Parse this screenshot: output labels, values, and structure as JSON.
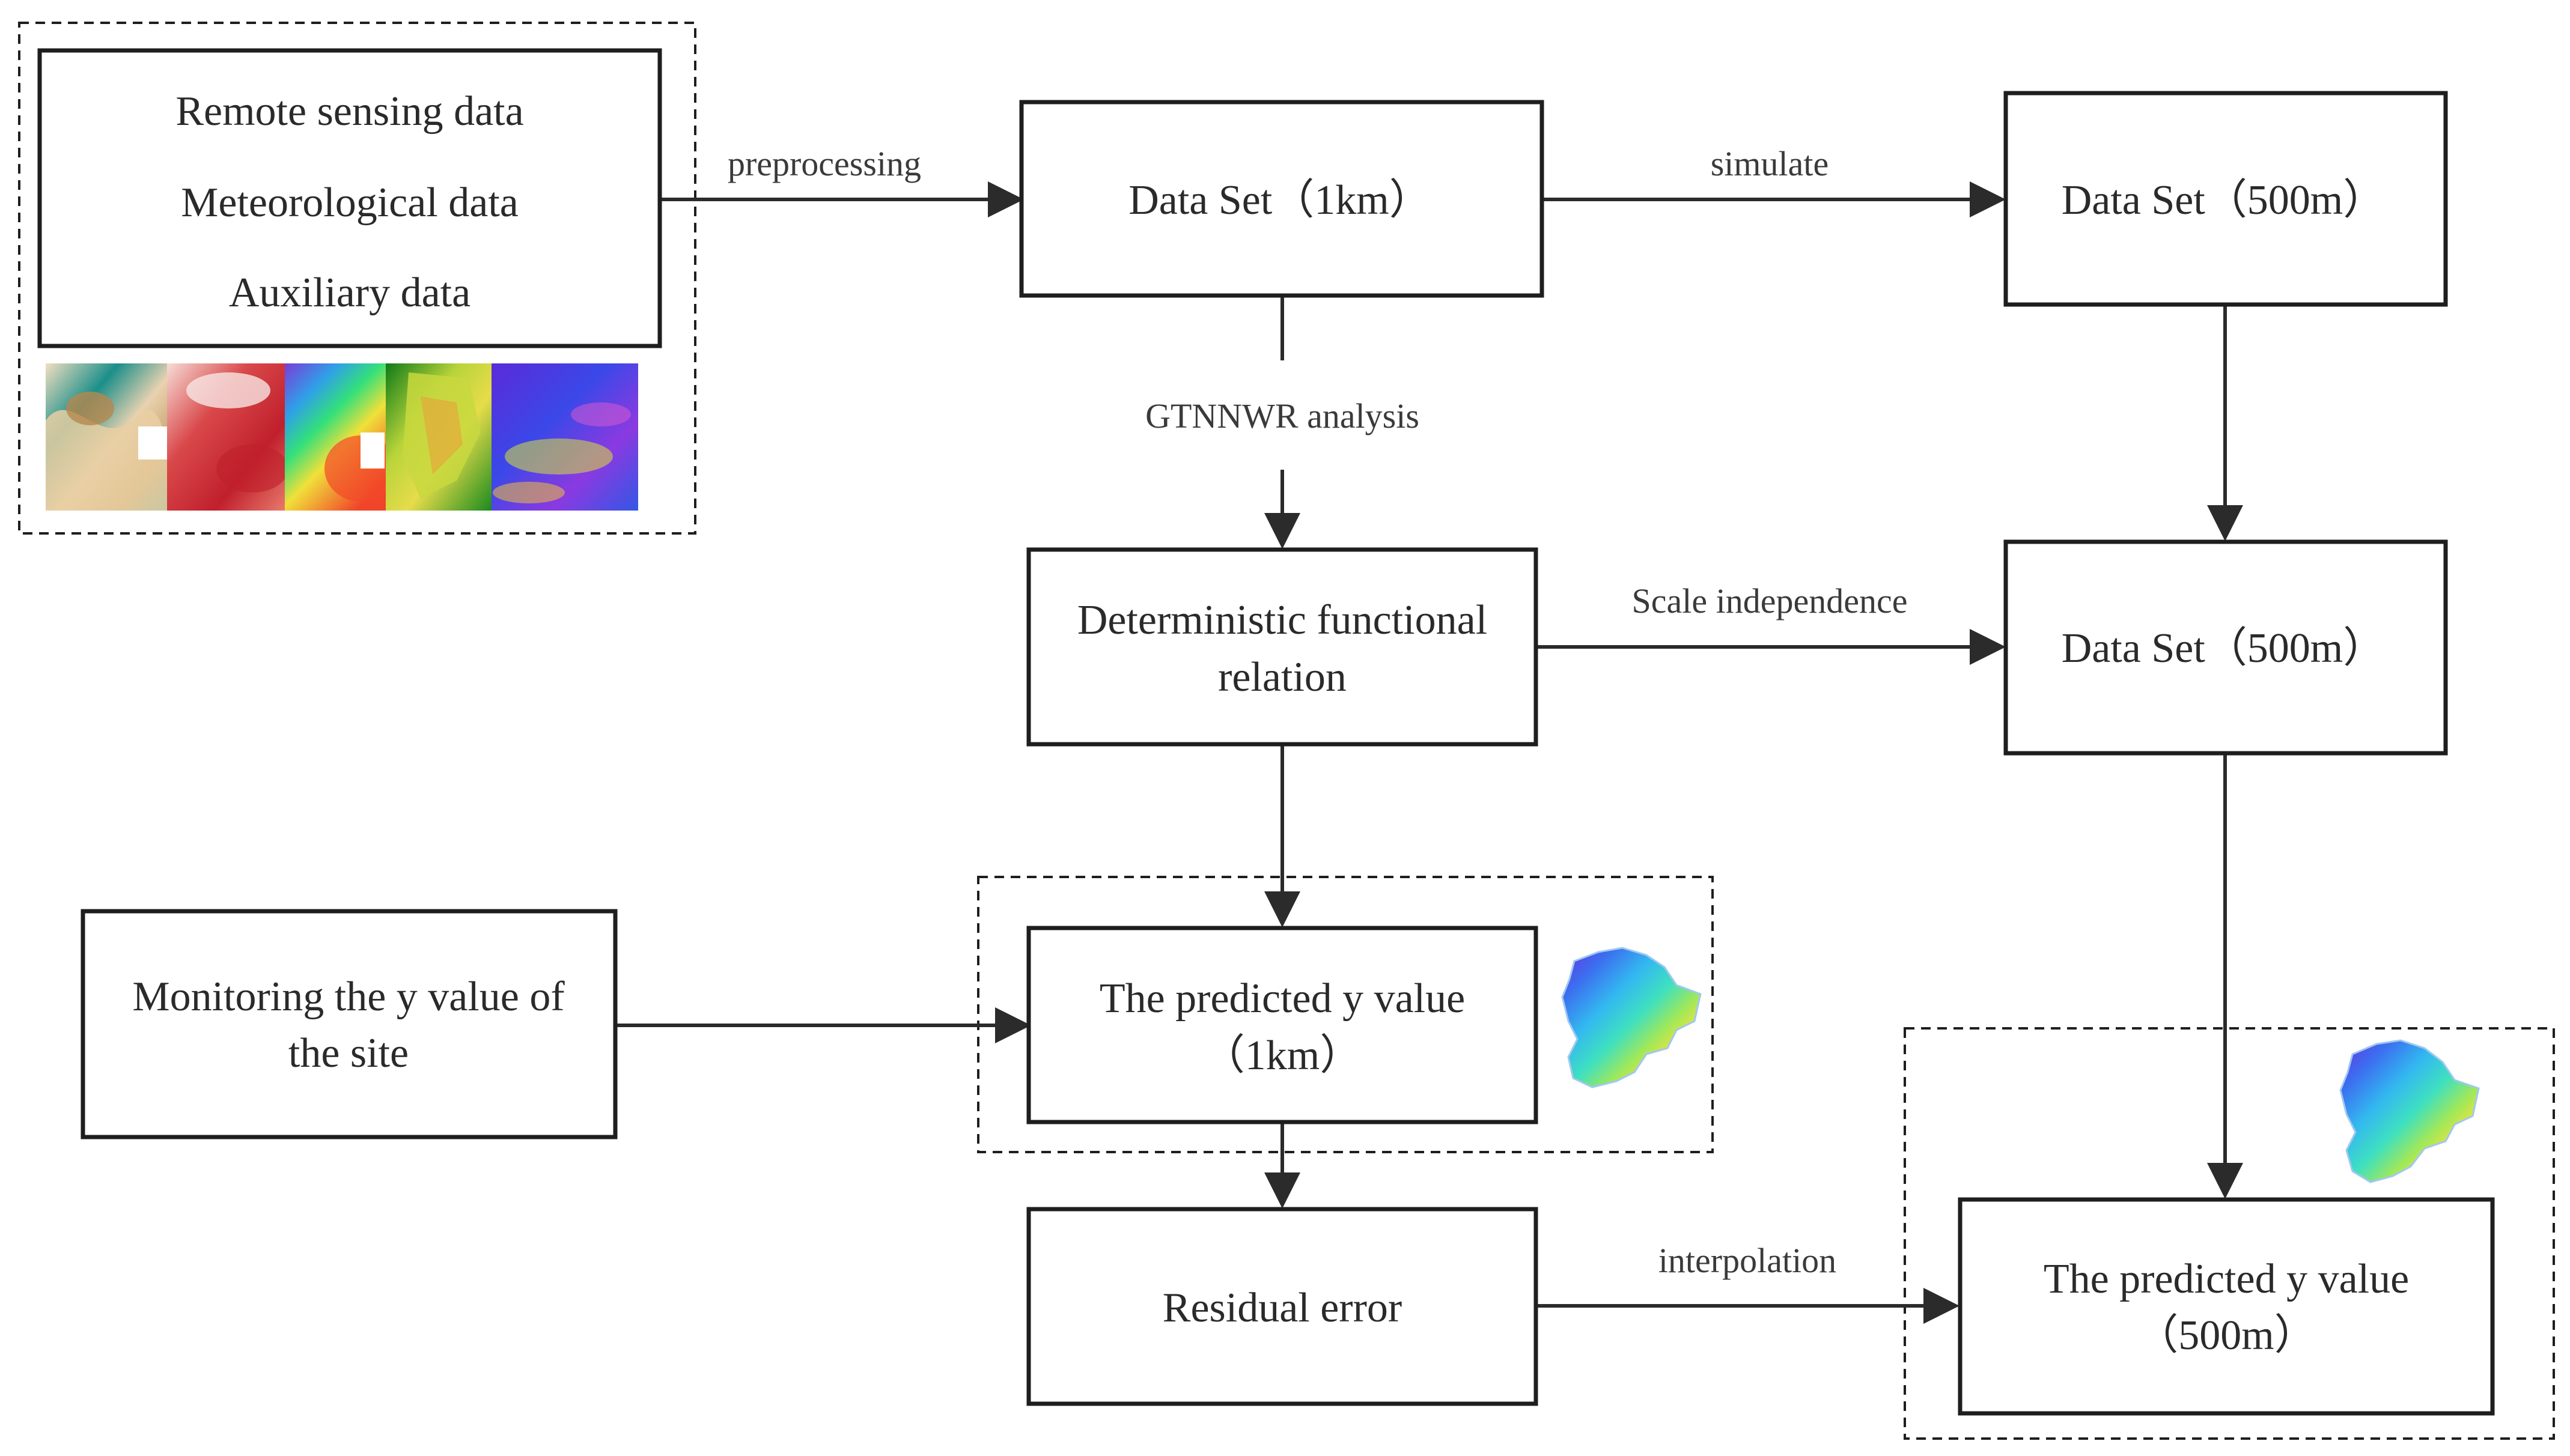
{
  "nodes": {
    "inputs": {
      "lines": [
        "Remote sensing data",
        "Meteorological data",
        "Auxiliary data"
      ]
    },
    "dataset_1km": {
      "lines": [
        "Data Set（1km）"
      ]
    },
    "dataset_500m_sim": {
      "lines": [
        "Data Set（500m）"
      ]
    },
    "deterministic": {
      "lines": [
        "Deterministic functional",
        "relation"
      ]
    },
    "dataset_500m_scale": {
      "lines": [
        "Data Set（500m）"
      ]
    },
    "monitoring": {
      "lines": [
        "Monitoring the y value of",
        "the site"
      ]
    },
    "predicted_1km": {
      "lines": [
        "The predicted y value",
        "（1km）"
      ]
    },
    "residual": {
      "lines": [
        "Residual error"
      ]
    },
    "predicted_500m": {
      "lines": [
        "The predicted y value",
        "（500m）"
      ]
    }
  },
  "edges": {
    "preprocessing": "preprocessing",
    "simulate": "simulate",
    "gtnnwr": "GTNNWR analysis",
    "scale": "Scale independence",
    "interpolation": "interpolation"
  },
  "colors": {
    "stroke": "#1e1e1e",
    "map_ramp": [
      "#6a2fe0",
      "#3b6ef0",
      "#33b8f0",
      "#3fe0c0",
      "#9fe85a",
      "#f2e23a",
      "#f59a2a",
      "#e4452a"
    ]
  },
  "icons": {
    "thumbnails": [
      "terrain-thumbnail",
      "temperature-thumbnail",
      "rainbow-field-thumbnail",
      "landcover-thumbnail",
      "cloud-field-thumbnail"
    ],
    "maps": [
      "predicted-map-1km-icon",
      "predicted-map-500m-icon"
    ]
  }
}
